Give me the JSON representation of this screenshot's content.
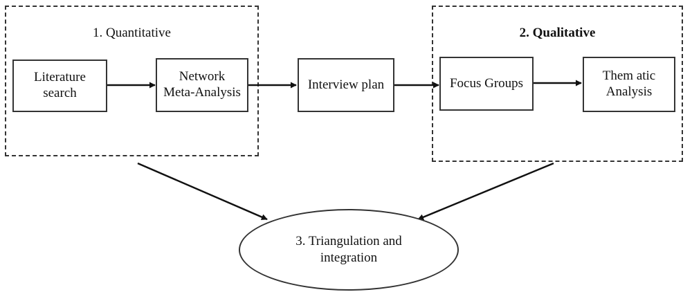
{
  "groups": {
    "quantitative": {
      "title": "1. Quantitative"
    },
    "qualitative": {
      "title": "2. Qualitative"
    }
  },
  "nodes": {
    "literature_search": "Literature\nsearch",
    "network_meta_analysis": "Network\nMeta-Analysis",
    "interview_plan": "Interview plan",
    "focus_groups": "Focus Groups",
    "thematic_analysis": "Them atic\nAnalysis",
    "triangulation": "3. Triangulation and\nintegration"
  }
}
